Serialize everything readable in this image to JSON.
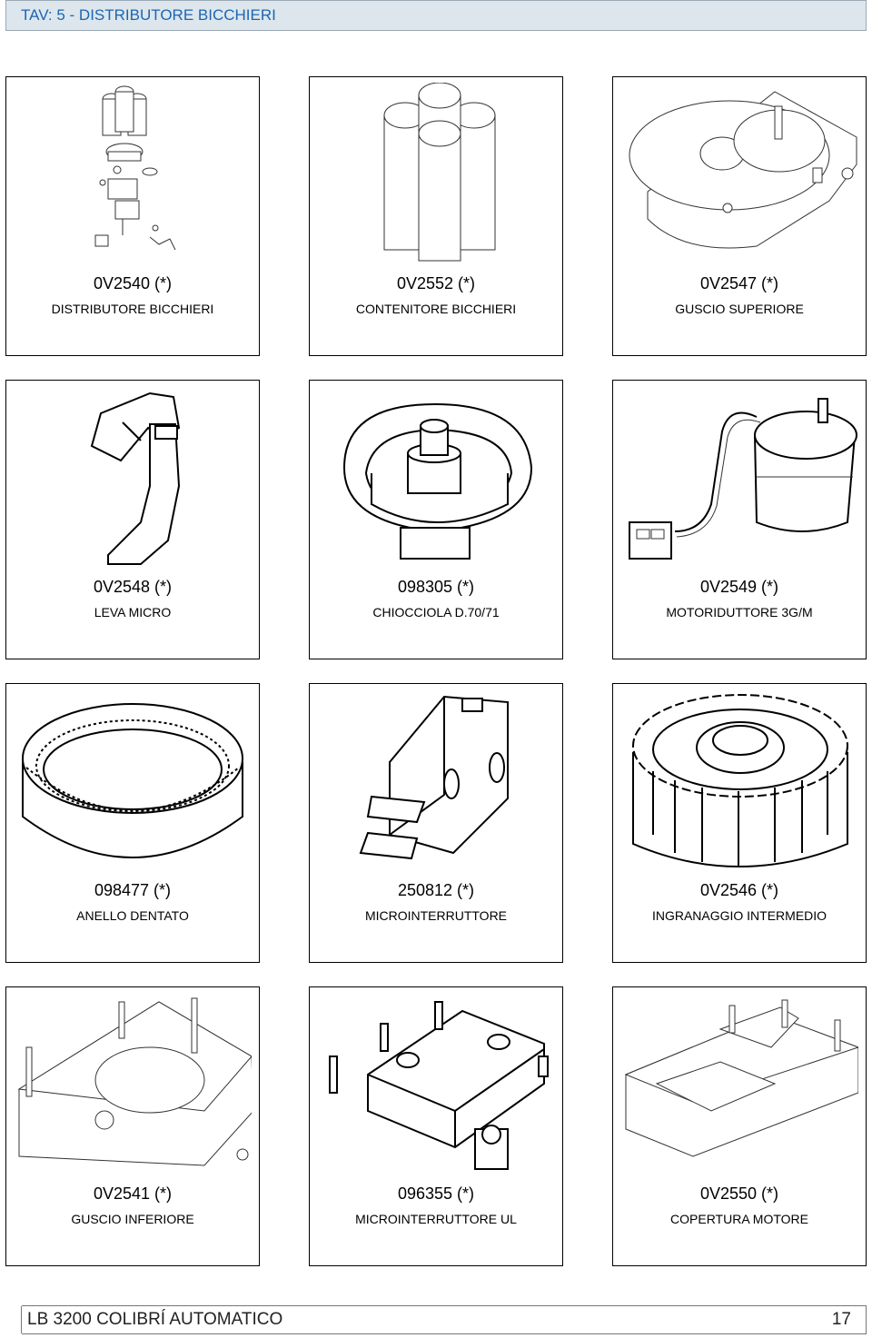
{
  "header": {
    "title": "TAV: 5 - DISTRIBUTORE BICCHIERI"
  },
  "parts": [
    {
      "code": "0V2540 (*)",
      "name": "DISTRIBUTORE BICCHIERI",
      "icon": "cup-dispenser-assembly-icon"
    },
    {
      "code": "0V2552 (*)",
      "name": "CONTENITORE BICCHIERI",
      "icon": "cup-container-tubes-icon"
    },
    {
      "code": "0V2547 (*)",
      "name": "GUSCIO SUPERIORE",
      "icon": "upper-shell-icon"
    },
    {
      "code": "0V2548 (*)",
      "name": "LEVA MICRO",
      "icon": "micro-lever-icon"
    },
    {
      "code": "098305 (*)",
      "name": "CHIOCCIOLA D.70/71",
      "icon": "spiral-cam-icon"
    },
    {
      "code": "0V2549 (*)",
      "name": "MOTORIDUTTORE 3G/M",
      "icon": "gear-motor-icon"
    },
    {
      "code": "098477 (*)",
      "name": "ANELLO DENTATO",
      "icon": "toothed-ring-icon"
    },
    {
      "code": "250812 (*)",
      "name": "MICROINTERRUTTORE",
      "icon": "microswitch-icon"
    },
    {
      "code": "0V2546 (*)",
      "name": "INGRANAGGIO INTERMEDIO",
      "icon": "intermediate-gear-icon"
    },
    {
      "code": "0V2541 (*)",
      "name": "GUSCIO INFERIORE",
      "icon": "lower-shell-icon"
    },
    {
      "code": "096355 (*)",
      "name": "MICROINTERRUTTORE  UL",
      "icon": "microswitch-roller-icon"
    },
    {
      "code": "0V2550 (*)",
      "name": "COPERTURA MOTORE",
      "icon": "motor-cover-icon"
    }
  ],
  "footer": {
    "title": "LB 3200 COLIBRÍ AUTOMATICO",
    "page": "17"
  },
  "colors": {
    "header_bg": "#dde6ec",
    "header_text": "#1a66b3"
  }
}
